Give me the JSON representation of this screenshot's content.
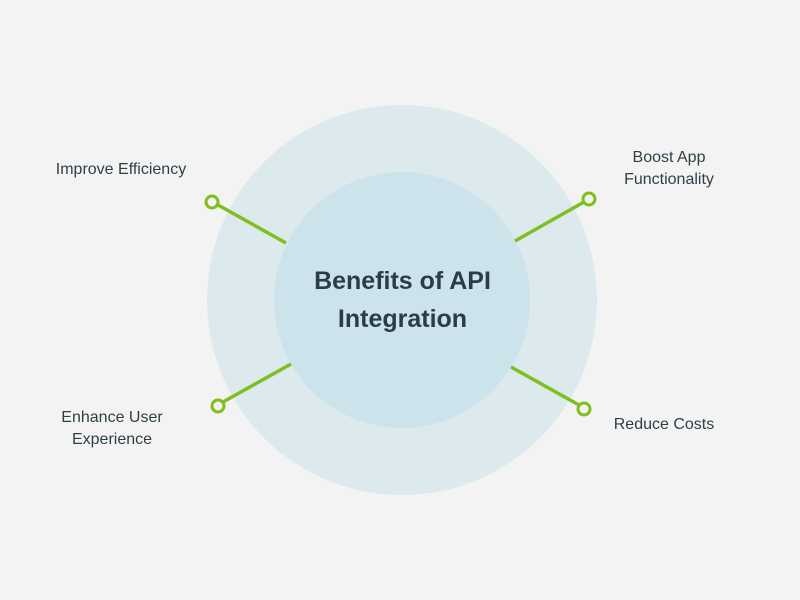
{
  "center": {
    "title_line1": "Benefits of API",
    "title_line2": "Integration"
  },
  "benefits": [
    {
      "line1": "Improve Efficiency",
      "line2": ""
    },
    {
      "line1": "Boost App",
      "line2": "Functionality"
    },
    {
      "line1": "Enhance User",
      "line2": "Experience"
    },
    {
      "line1": "Reduce Costs",
      "line2": ""
    }
  ],
  "colors": {
    "background": "#f3f3f3",
    "outer_circle": "#dce9ed",
    "inner_circle": "#cce3eb",
    "connector": "#7fbf1f",
    "title_text": "#2a3d45",
    "label_text": "#2f3f46"
  }
}
